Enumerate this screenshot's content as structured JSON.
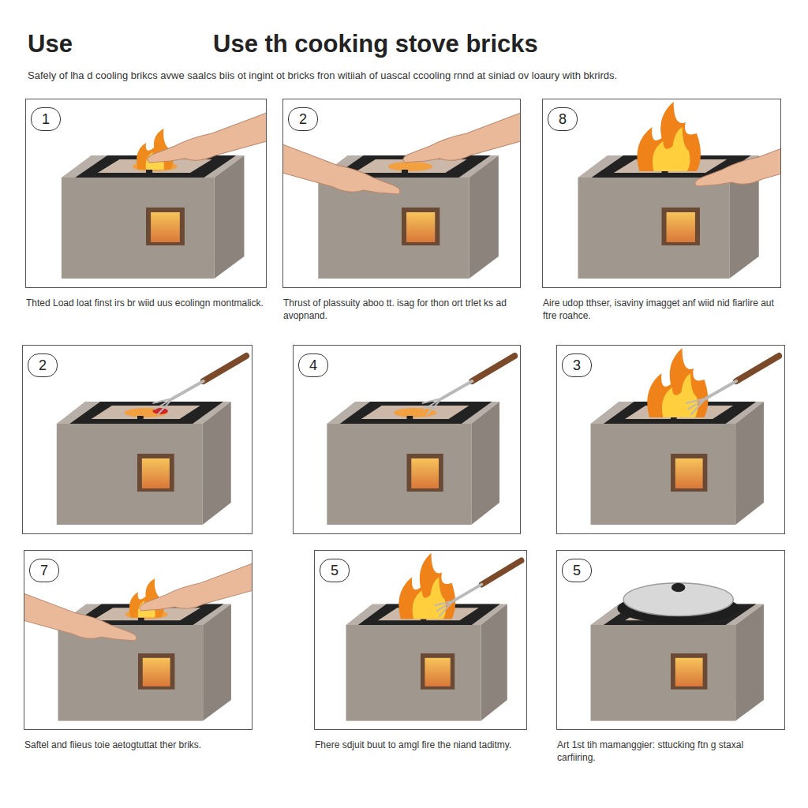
{
  "diagram": {
    "title": "Use th cooking stove bricks",
    "nodes": [
      {
        "text": [
          "1",
          "Thted Load loat finst irs br wiid uus ecolingn montmalick."
        ]
      },
      {
        "text": [
          "2",
          "Thrust of plassuity aboo tt. isag for thon ort trlet ks ad avopnand."
        ]
      },
      {
        "text": [
          "8",
          "Aire udop tthser, isaviny imagget anf wiid nid fiarlire aut ftre roahce."
        ]
      },
      {
        "text": [
          "2"
        ]
      },
      {
        "text": [
          "4"
        ]
      },
      {
        "text": [
          "3"
        ]
      },
      {
        "text": [
          "7",
          "Saftel and fiieus toie aetogtuttat ther briks."
        ]
      },
      {
        "text": [
          "5",
          "Fhere sdjuit buut to amgl fire the niand taditmy."
        ]
      },
      {
        "text": [
          "5",
          "Art 1st tih mamanggier: sttucking ftn g staxal carfiiring."
        ]
      }
    ],
    "labels": [
      "Use",
      "Safely of lha d cooling brikcs avwe saalcs biis ot ingint ot bricks fron witiiah of uascal ccooling rnnd at siniad ov loaury with bkrirds."
    ]
  }
}
